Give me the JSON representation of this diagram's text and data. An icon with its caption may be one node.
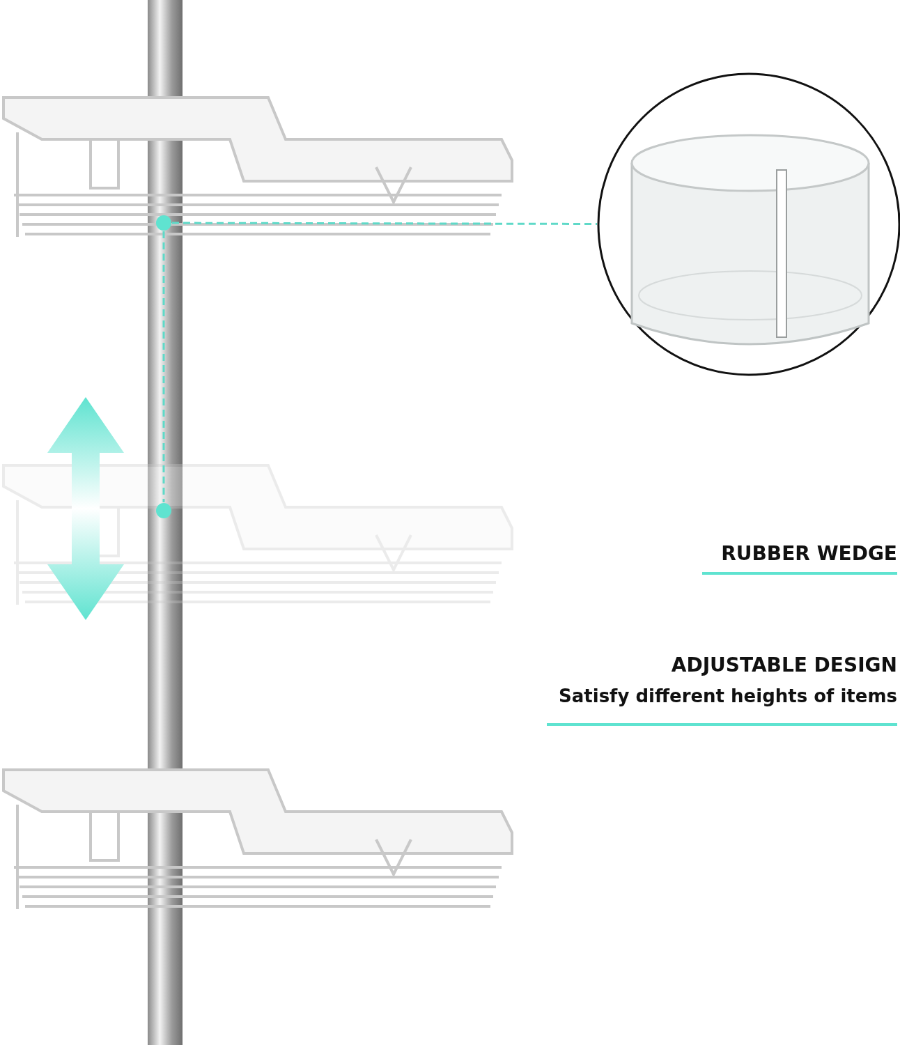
{
  "diagram": {
    "nodes": [
      {
        "text": [],
        "shape": "circle"
      },
      {
        "text": [],
        "shape": "picture"
      },
      {
        "text": [],
        "shape": "circle"
      }
    ],
    "edges": [
      {
        "from": 0,
        "to": 1,
        "arrow": "none",
        "style": "dashed"
      },
      {
        "from": 0,
        "to": 2,
        "arrow": "none",
        "style": "dashed"
      }
    ],
    "labels": [
      "RUBBER WEDGE",
      "ADJUSTABLE DESIGN",
      "Satisfy different heights of items"
    ]
  }
}
